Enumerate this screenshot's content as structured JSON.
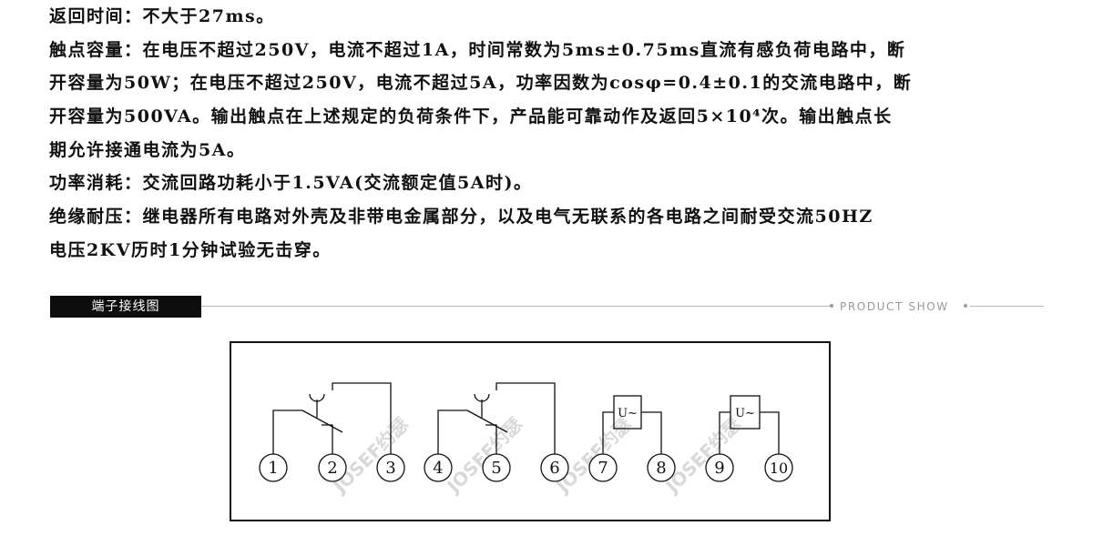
{
  "specs": [
    "返回时间：不大于27ms。",
    "触点容量：在电压不超过250V，电流不超过1A，时间常数为5ms±0.75ms直流有感负荷电路中，断",
    "开容量为50W；在电压不超过250V，电流不超过5A，功率因数为cosφ=0.4±0.1的交流电路中，断",
    "开容量为500VA。输出触点在上述规定的负荷条件下，产品能可靠动作及返回5×10⁴次。输出触点长",
    "期允许接通电流为5A。",
    "功率消耗：交流回路功耗小于1.5VA(交流额定值5A时)。",
    "绝缘耐压：继电器所有电路对外壳及非带电金属部分，以及电气无联系的各电路之间耐受交流50HZ",
    "电压2KV历时1分钟试验无击穿。"
  ],
  "section_header": {
    "title": "端子接线图",
    "caption": "PRODUCT SHOW"
  },
  "diagram": {
    "terminals": [
      "1",
      "2",
      "3",
      "4",
      "5",
      "6",
      "7",
      "8",
      "9",
      "10"
    ],
    "coil_label": "U~",
    "watermark": "JOSEF约瑟",
    "line_color": "#111111",
    "watermark_color": "#d9d9d9"
  }
}
